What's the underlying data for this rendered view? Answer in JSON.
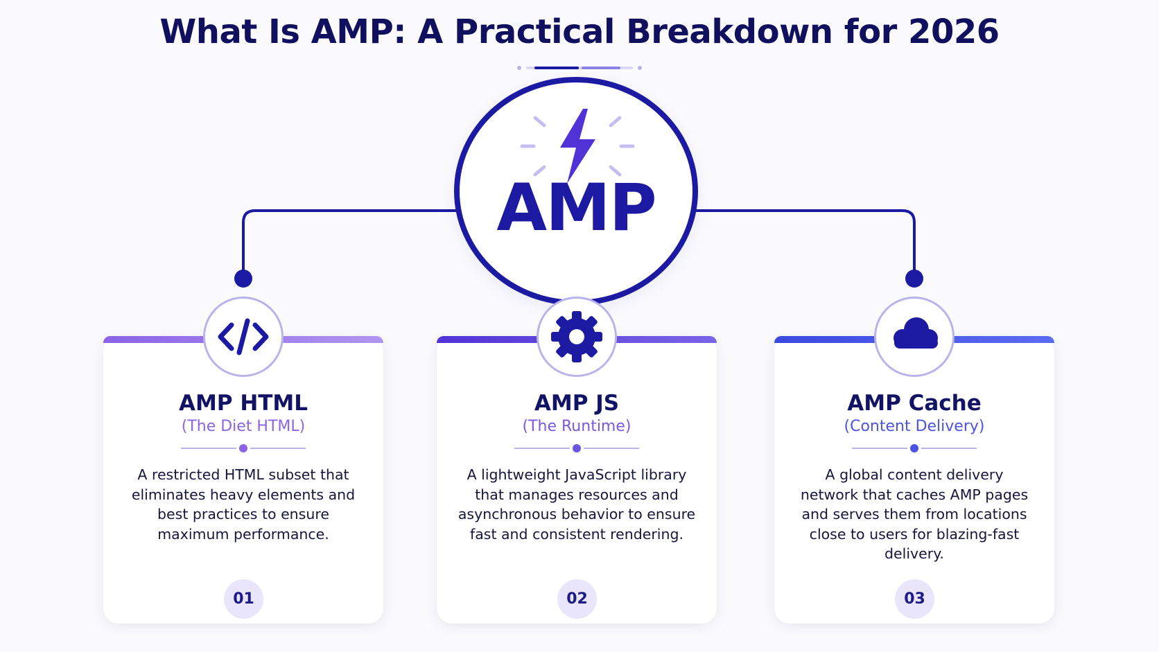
{
  "title": "What Is AMP: A Practical Breakdown for 2026",
  "hub": {
    "label": "AMP",
    "icon": "lightning-bolt-icon",
    "accent_color": "#1c1aa3"
  },
  "cards": [
    {
      "title": "AMP HTML",
      "subtitle": "(The Diet HTML)",
      "description": "A restricted HTML subset that eliminates heavy elements and best practices to ensure maximum performance.",
      "number": "01",
      "icon": "code-brackets-icon",
      "accent_color": "#8b63e6"
    },
    {
      "title": "AMP JS",
      "subtitle": "(The Runtime)",
      "description": "A lightweight JavaScript library that manages resources and asynchronous behavior to ensure fast and consistent rendering.",
      "number": "02",
      "icon": "gear-icon",
      "accent_color": "#6d55e0"
    },
    {
      "title": "AMP Cache",
      "subtitle": "(Content Delivery)",
      "description": "A global content delivery network that caches AMP pages and serves them from locations close to users for blazing-fast delivery.",
      "number": "03",
      "icon": "cloud-icon",
      "accent_color": "#4a53e3"
    }
  ]
}
